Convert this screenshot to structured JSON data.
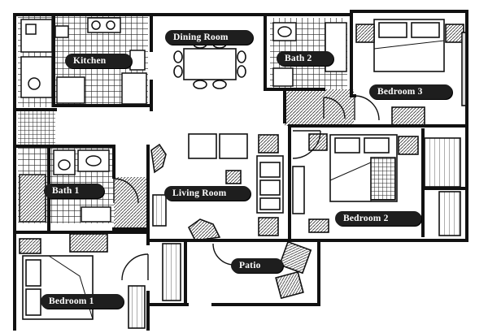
{
  "rooms": {
    "kitchen": "Kitchen",
    "dining_room": "Dining Room",
    "bath_2": "Bath 2",
    "bedroom_3": "Bedroom 3",
    "bath_1": "Bath 1",
    "living_room": "Living Room",
    "bedroom_2": "Bedroom 2",
    "patio": "Patio",
    "bedroom_1": "Bedroom 1"
  },
  "colors": {
    "wall": "#111111",
    "tile": "#222222",
    "label_bg": "#1e1e1e",
    "label_text": "#ffffff"
  }
}
